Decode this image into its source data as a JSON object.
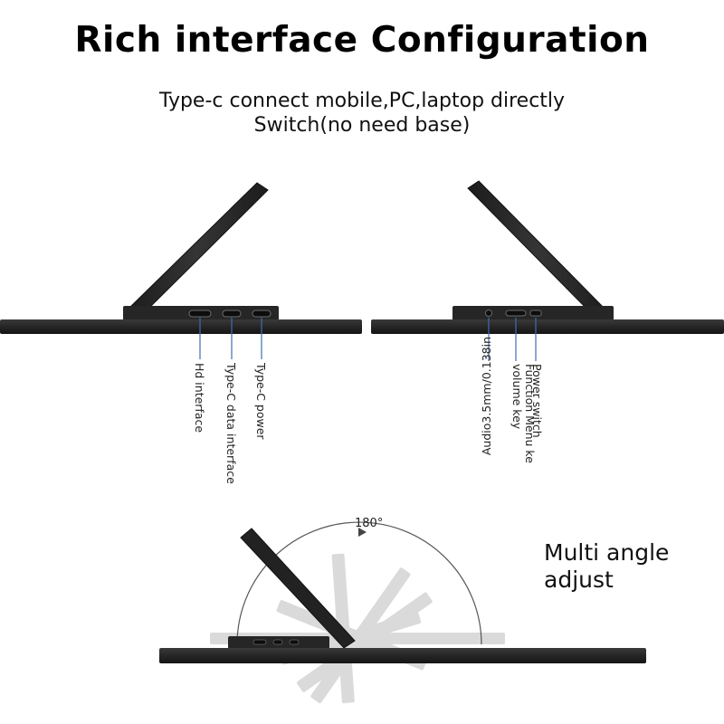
{
  "header": {
    "title": "Rich interface Configuration",
    "subtitle_line1": "Type-c connect mobile,PC,laptop directly",
    "subtitle_line2": "Switch(no need base)"
  },
  "left_ports": {
    "labels": [
      "Hd interface",
      "Type-C data interface",
      "Type-C power"
    ]
  },
  "right_ports": {
    "labels": [
      "Audio3.5mm/0.138in",
      "Function Menu ke volume key",
      "Power switch"
    ]
  },
  "angle_diagram": {
    "degree_label": "180°",
    "caption_line1": "Multi angle",
    "caption_line2": "adjust"
  },
  "colors": {
    "device": "#2b2b2b",
    "device_edge": "#1a1a1a",
    "ghost": "#d4d4d4",
    "leader_line": "#3d6fb0"
  }
}
